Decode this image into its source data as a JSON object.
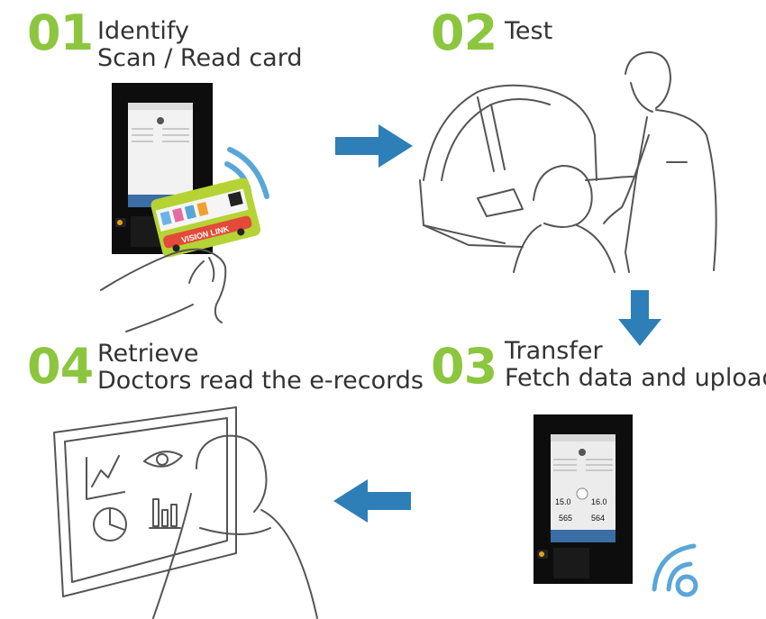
{
  "steps": [
    {
      "number": "01",
      "title": "Identify",
      "subtitle": "Scan / Read card"
    },
    {
      "number": "02",
      "title": "Test",
      "subtitle": ""
    },
    {
      "number": "03",
      "title": "Transfer",
      "subtitle": "Fetch data and upload"
    },
    {
      "number": "04",
      "title": "Retrieve",
      "subtitle": "Doctors read the e-records"
    }
  ],
  "device_screen": {
    "left_value": "15.0",
    "right_value": "16.0",
    "left_bottom": "565",
    "right_bottom": "564"
  },
  "card": {
    "brand": "VISION LINK"
  },
  "colors": {
    "accent_green": "#8cc63f",
    "arrow_blue": "#2e7fb8",
    "wifi_blue": "#5aa6d8",
    "card_green": "#b5d334",
    "card_red": "#e34a3a"
  },
  "icons": [
    "arrow-right-icon",
    "arrow-down-icon",
    "arrow-left-icon",
    "wifi-icon",
    "eye-icon",
    "line-chart-icon",
    "pie-chart-icon",
    "bar-chart-icon"
  ]
}
